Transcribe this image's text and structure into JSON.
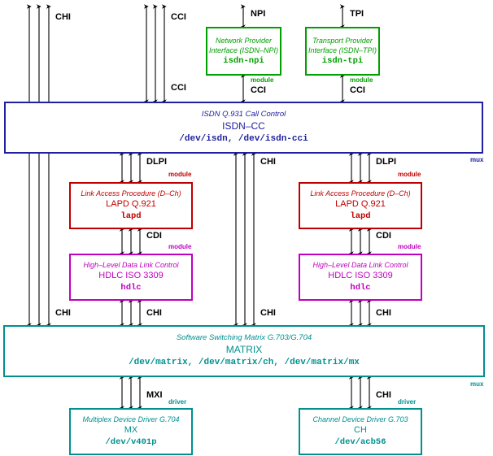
{
  "diagram": {
    "title": "ISDN protocol stack module diagram",
    "colors": {
      "black": "#000000",
      "green": "#00a000",
      "blue": "#2020a0",
      "red": "#c00000",
      "magenta": "#c000c0",
      "teal": "#009090",
      "gray": "#909090"
    }
  },
  "boxes": {
    "npi": {
      "line1": "Network Provider\nInterface (ISDN–NPI)",
      "line2": "",
      "line3": "isdn-npi",
      "color": "#00a000"
    },
    "tpi": {
      "line1": "Transport Provider\nInterface (ISDN–TPI)",
      "line2": "",
      "line3": "isdn-tpi",
      "color": "#00a000"
    },
    "isdn_cc": {
      "line1": "ISDN Q.931 Call Control",
      "line2": "ISDN–CC",
      "line3": "/dev/isdn, /dev/isdn-cci",
      "color": "#2020a0"
    },
    "lapd_left": {
      "line1": "Link Access Procedure (D–Ch)",
      "line2": "LAPD Q.921",
      "line3": "lapd",
      "color": "#c00000"
    },
    "lapd_right": {
      "line1": "Link Access Procedure (D–Ch)",
      "line2": "LAPD Q.921",
      "line3": "lapd",
      "color": "#c00000"
    },
    "hdlc_left": {
      "line1": "High–Level Data Link Control",
      "line2": "HDLC ISO 3309",
      "line3": "hdlc",
      "color": "#c000c0"
    },
    "hdlc_right": {
      "line1": "High–Level Data Link Control",
      "line2": "HDLC ISO 3309",
      "line3": "hdlc",
      "color": "#c000c0"
    },
    "matrix": {
      "line1": "Software Switching Matrix G.703/G.704",
      "line2": "MATRIX",
      "line3": "/dev/matrix, /dev/matrix/ch, /dev/matrix/mx",
      "color": "#009090"
    },
    "mx_driver": {
      "line1": "Multiplex Device Driver G.704",
      "line2": "MX",
      "line3": "/dev/v401p",
      "color": "#009090"
    },
    "ch_driver": {
      "line1": "Channel Device Driver G.703",
      "line2": "CH",
      "line3": "/dev/acb56",
      "color": "#009090"
    }
  },
  "interface_labels": {
    "chi_top_left": "CHI",
    "cci_top": "CCI",
    "cci_above_isdn": "CCI",
    "npi_top": "NPI",
    "tpi_top": "TPI",
    "cci_npi_bottom": "CCI",
    "cci_tpi_bottom": "CCI",
    "dlpi_left": "DLPI",
    "dlpi_right": "DLPI",
    "chi_mid_center": "CHI",
    "cdi_left": "CDI",
    "cdi_right": "CDI",
    "chi_left_bottom": "CHI",
    "chi_hdlc_left": "CHI",
    "chi_hdlc_right": "CHI",
    "chi_center_bottom": "CHI",
    "mxi": "MXI",
    "chi_driver": "CHI"
  },
  "tags": {
    "module_npi": "module",
    "module_tpi": "module",
    "mux_isdn": "mux",
    "module_lapd_left": "module",
    "module_lapd_right": "module",
    "module_hdlc_left": "module",
    "module_hdlc_right": "module",
    "mux_matrix": "mux",
    "driver_mx": "driver",
    "driver_ch": "driver"
  }
}
